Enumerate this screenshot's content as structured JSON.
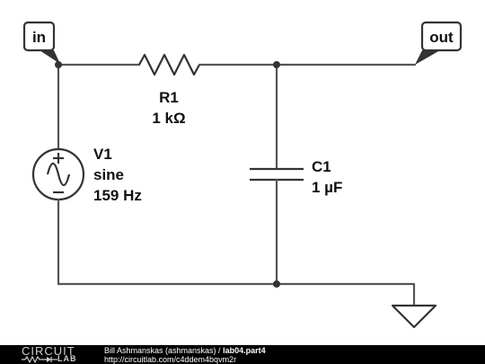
{
  "ports": {
    "in_label": "in",
    "out_label": "out"
  },
  "components": {
    "r1": {
      "name": "R1",
      "value": "1 kΩ"
    },
    "c1": {
      "name": "C1",
      "value": "1 µF"
    },
    "v1": {
      "name": "V1",
      "type": "sine",
      "value": "159 Hz"
    }
  },
  "footer": {
    "logo_top": "CIRCUIT",
    "logo_bottom": "LAB",
    "author": "Bill Ashmanskas (ashmanskas)",
    "separator": " / ",
    "schematic_name": "lab04.part4",
    "url": "http://circuitlab.com/c4ddem4bqvm2r"
  },
  "colors": {
    "wire": "#555555",
    "component": "#333333",
    "footer_bg": "#000000",
    "footer_text": "#ffffff"
  }
}
